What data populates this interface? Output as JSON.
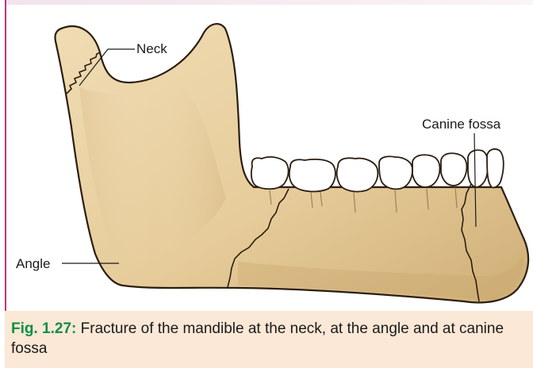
{
  "labels": {
    "neck": "Neck",
    "canine_fossa": "Canine fossa",
    "angle": "Angle"
  },
  "caption": {
    "label": "Fig. 1.27:",
    "text": " Fracture of the mandible at the neck, at the angle and at canine fossa"
  },
  "colors": {
    "bone": "#e8d2a6",
    "bone_shadow": "#c9a66e",
    "outline": "#2b1d10",
    "teeth": "#ffffff",
    "caption_bg": "#fbe8d6",
    "caption_label": "#0e8f45",
    "border_accent": "#c8327a"
  }
}
